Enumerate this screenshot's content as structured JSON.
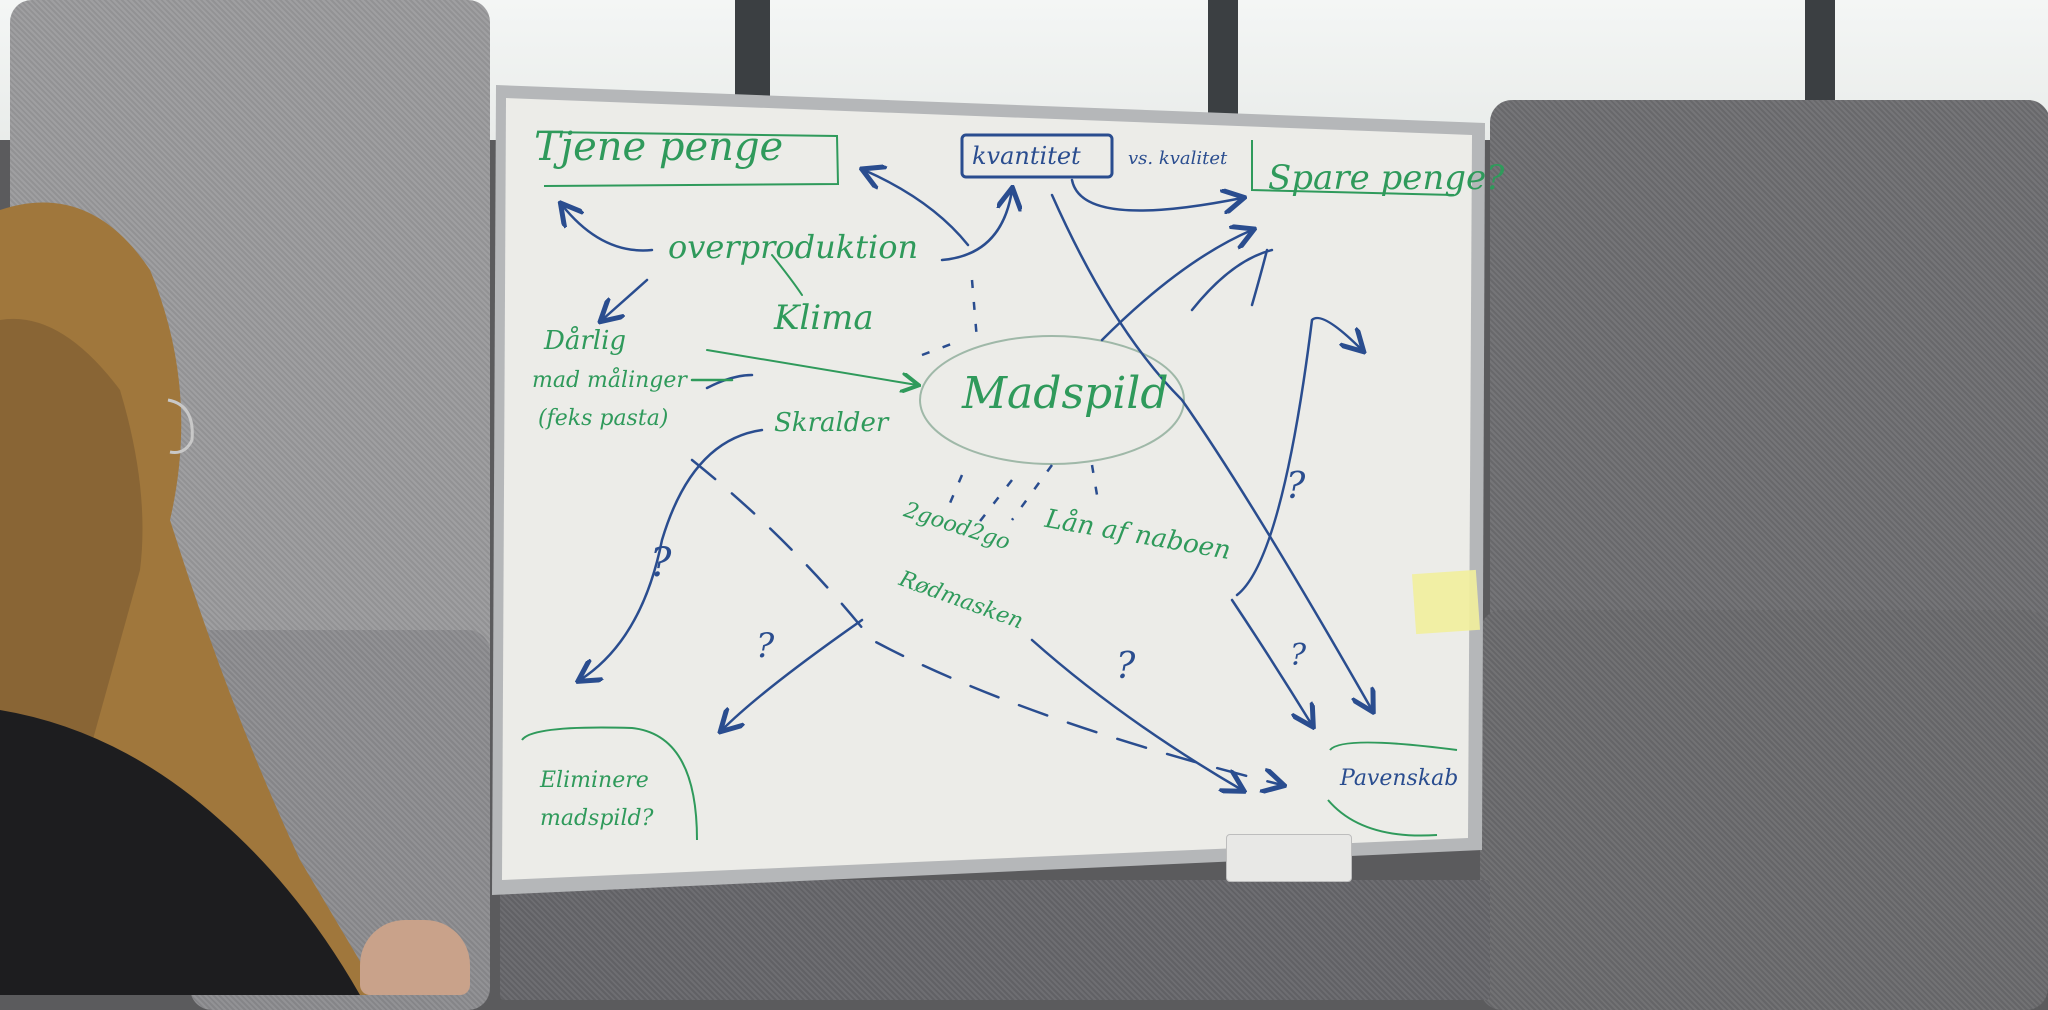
{
  "scene": {
    "description_colors": {
      "wall_felt": "#8b8b8e",
      "board": "#ecece8",
      "frame": "#b5b7b9",
      "green_marker": "#2f9a5b",
      "blue_marker": "#2a4d8f",
      "hair": "#a0773c"
    }
  },
  "whiteboard": {
    "tjene_penge": "Tjene penge",
    "kvantitet": "kvantitet",
    "vs_kvalitet": "vs. kvalitet",
    "spare_penge": "Spare penge?",
    "overproduktion": "overproduktion",
    "klima": "Klima",
    "darlig": "Dårlig",
    "mad_malinger": "mad målinger",
    "feks_pasta": "(feks pasta)",
    "madspild": "Madspild",
    "skralder": "Skralder",
    "toogood": "2good2go",
    "rodmasken": "Rødmasken",
    "lan_af_naboen": "Lån af naboen",
    "eliminere": "Eliminere",
    "madspild_q": "madspild?",
    "pavenskab": "Pavenskab",
    "q": "?"
  }
}
